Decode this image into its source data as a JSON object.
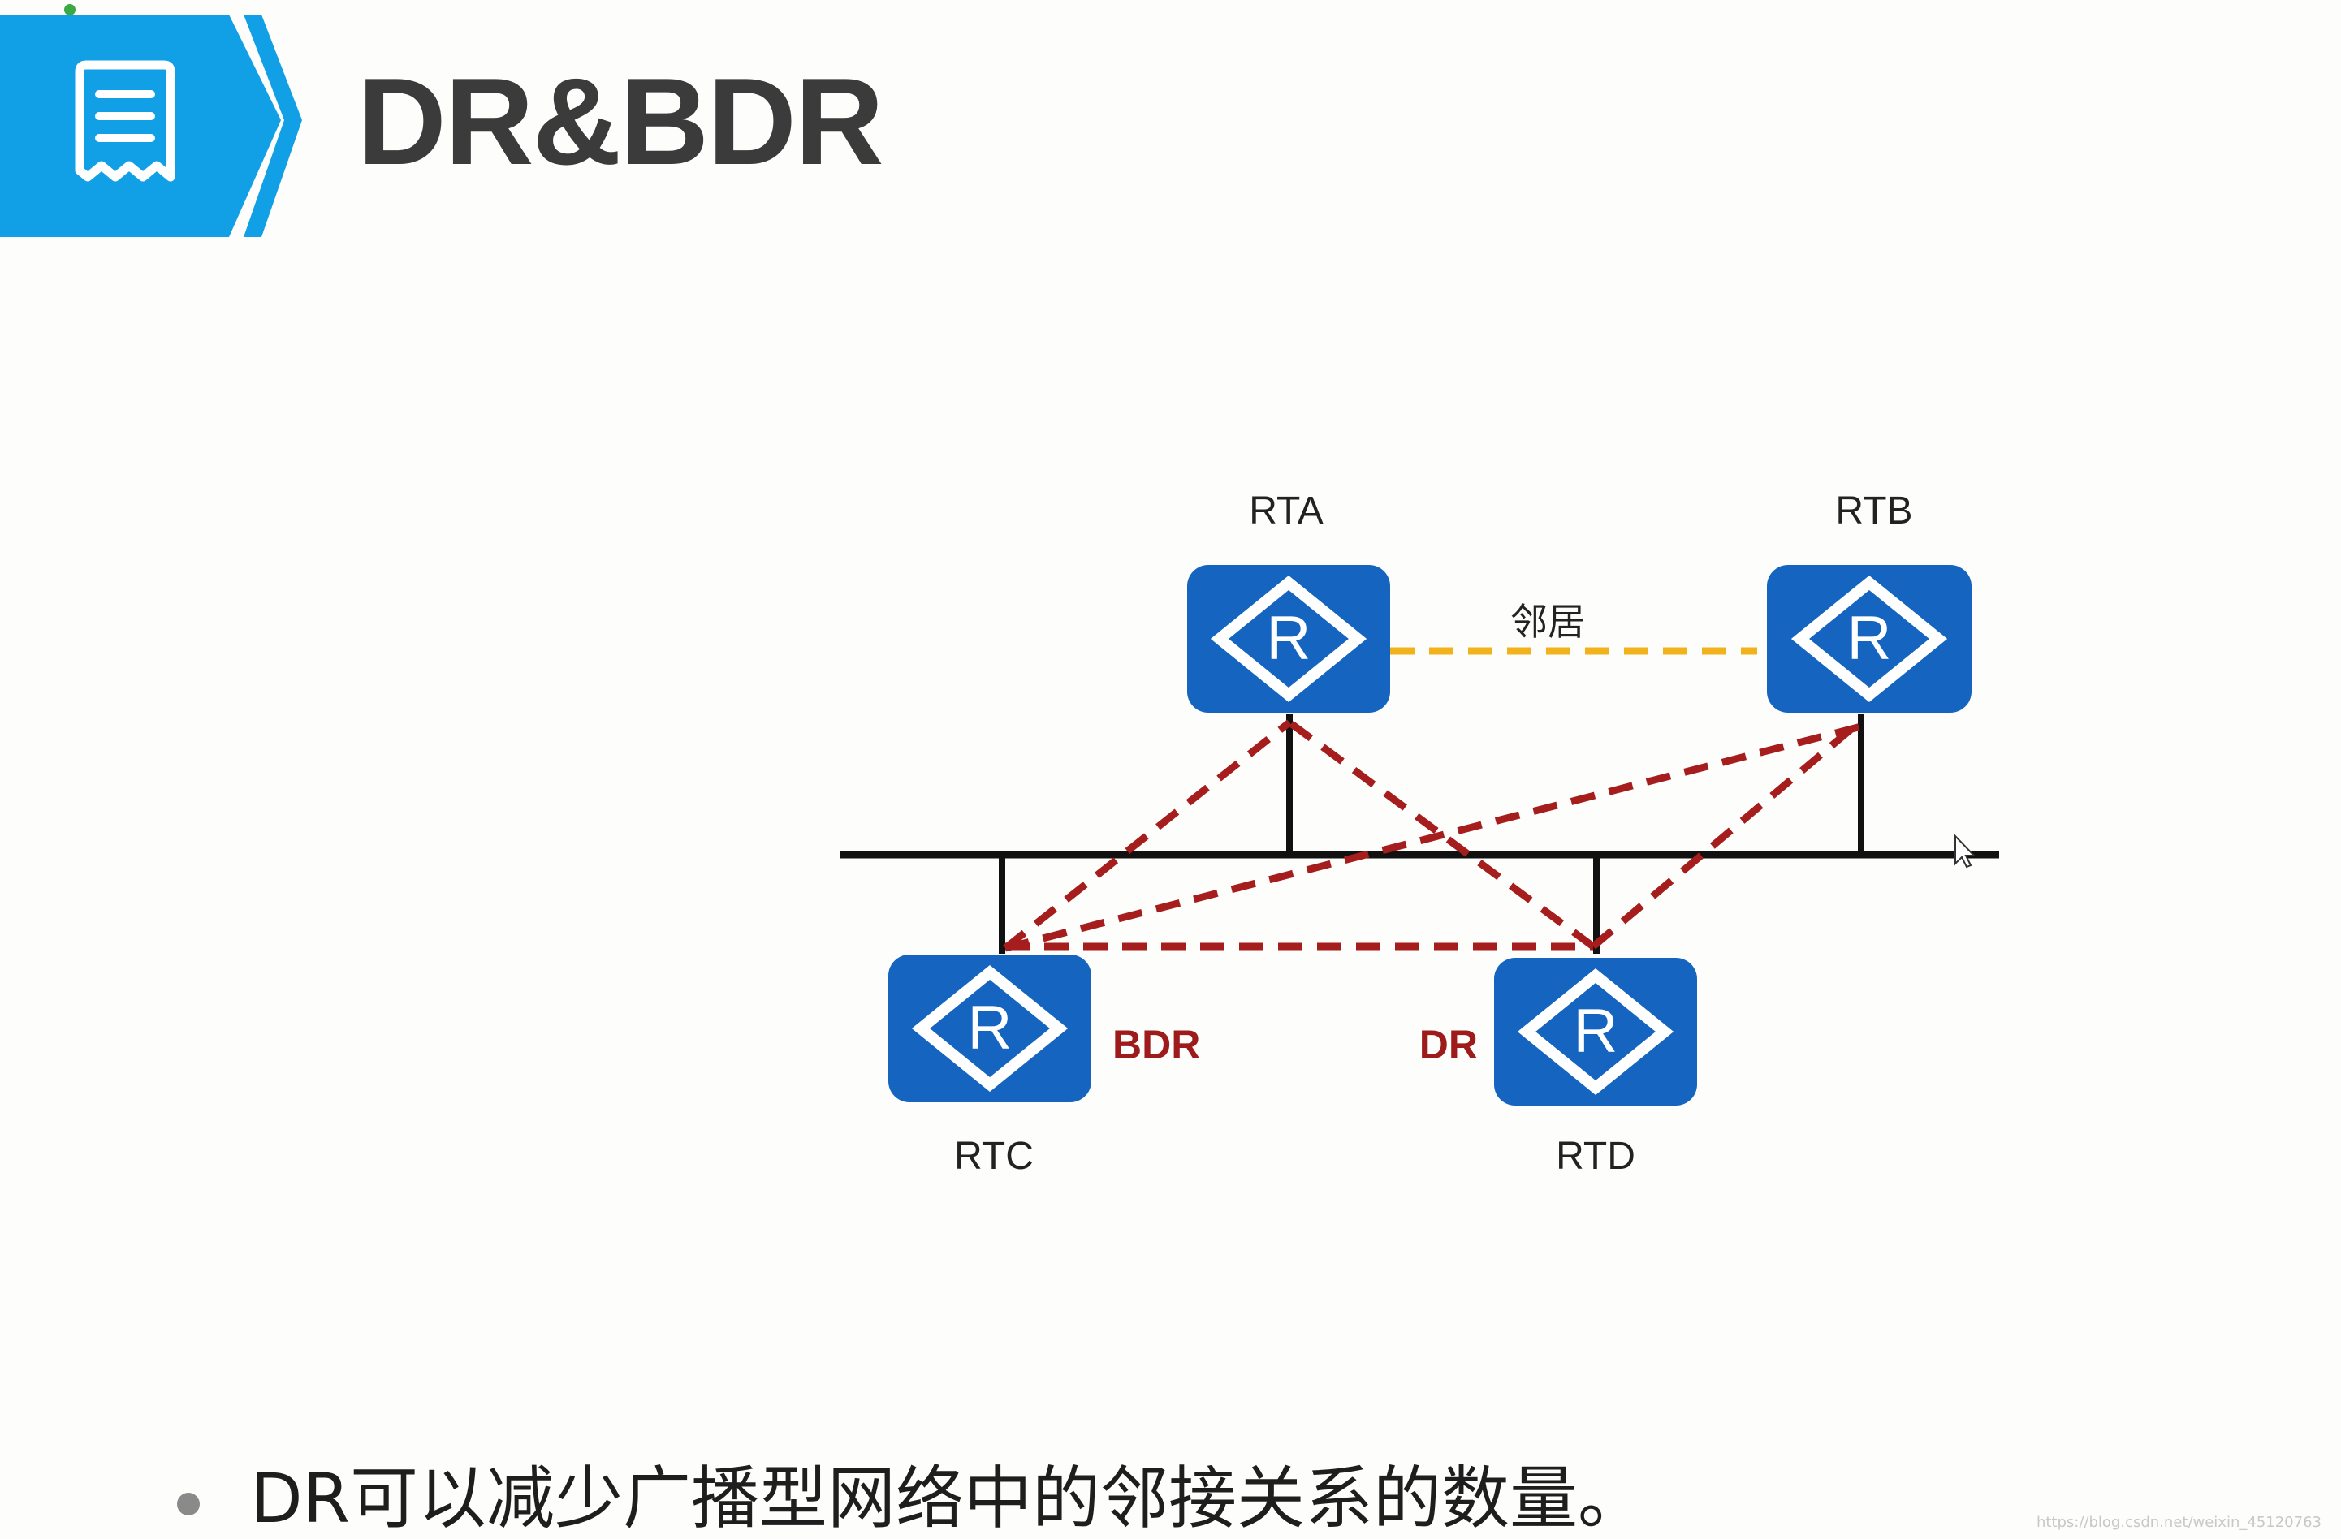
{
  "slide": {
    "title": "DR&BDR",
    "header_icon": "document-list-icon",
    "accent_color": "#11a0e6"
  },
  "diagram": {
    "routers": [
      {
        "id": "RTA",
        "label": "RTA",
        "icon": "router-icon",
        "role": ""
      },
      {
        "id": "RTB",
        "label": "RTB",
        "icon": "router-icon",
        "role": ""
      },
      {
        "id": "RTC",
        "label": "RTC",
        "icon": "router-icon",
        "role": "BDR"
      },
      {
        "id": "RTD",
        "label": "RTD",
        "icon": "router-icon",
        "role": "DR"
      }
    ],
    "router_glyph": "R",
    "neighbor_label": "邻居",
    "neighbor_link": {
      "from": "RTA",
      "to": "RTB",
      "style": "dashed",
      "color": "#f2b21b"
    },
    "adjacency_links": [
      {
        "from": "RTC",
        "to": "RTA"
      },
      {
        "from": "RTC",
        "to": "RTB"
      },
      {
        "from": "RTC",
        "to": "RTD"
      },
      {
        "from": "RTD",
        "to": "RTA"
      },
      {
        "from": "RTD",
        "to": "RTB"
      }
    ],
    "adjacency_color": "#a51d1d",
    "router_color": "#1565c0",
    "bus_color": "#111111"
  },
  "bullets": [
    "DR可以减少广播型网络中的邻接关系的数量。"
  ],
  "watermark": "https://blog.csdn.net/weixin_45120763"
}
